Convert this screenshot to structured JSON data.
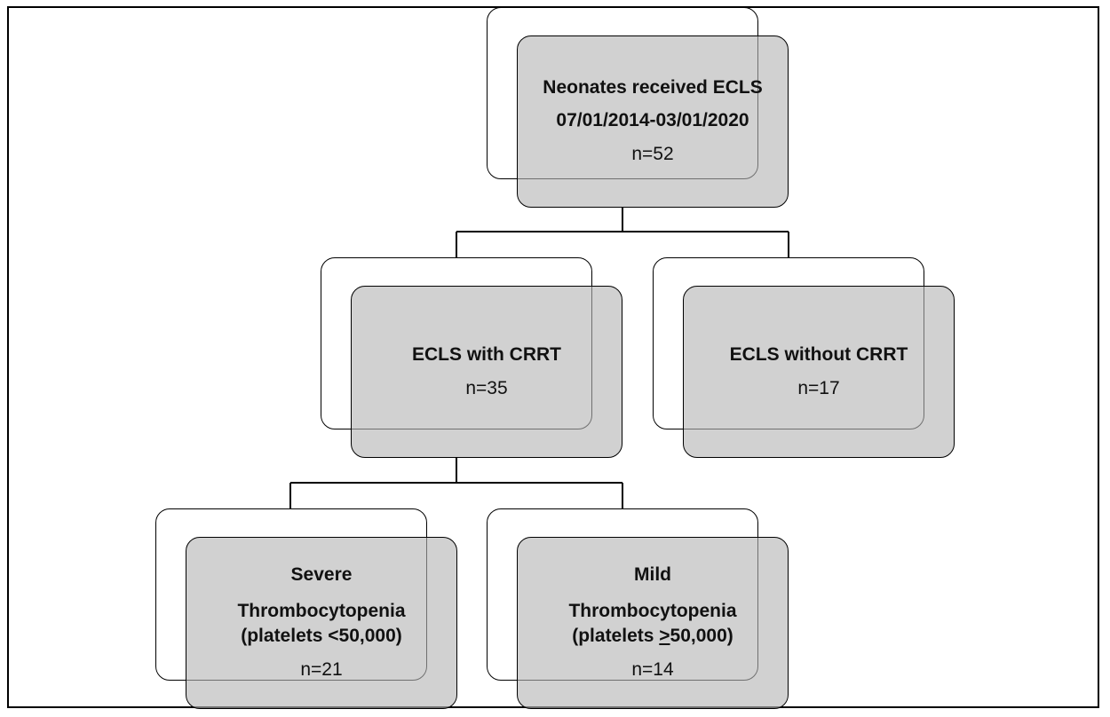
{
  "nodes": {
    "root": {
      "line1": "Neonates received ECLS",
      "line2": "07/01/2014-03/01/2020",
      "count": "n=52"
    },
    "with_crrt": {
      "line1": "ECLS with CRRT",
      "count": "n=35"
    },
    "without_crrt": {
      "line1": "ECLS without CRRT",
      "count": "n=17"
    },
    "severe": {
      "line1": "Severe",
      "line2": "Thrombocytopenia",
      "line3": "(platelets <50,000)",
      "count": "n=21"
    },
    "mild": {
      "line1": "Mild",
      "line2": "Thrombocytopenia",
      "line3_prefix": "(platelets ",
      "line3_symbol": ">",
      "line3_suffix": "50,000)",
      "count": "n=14"
    }
  }
}
